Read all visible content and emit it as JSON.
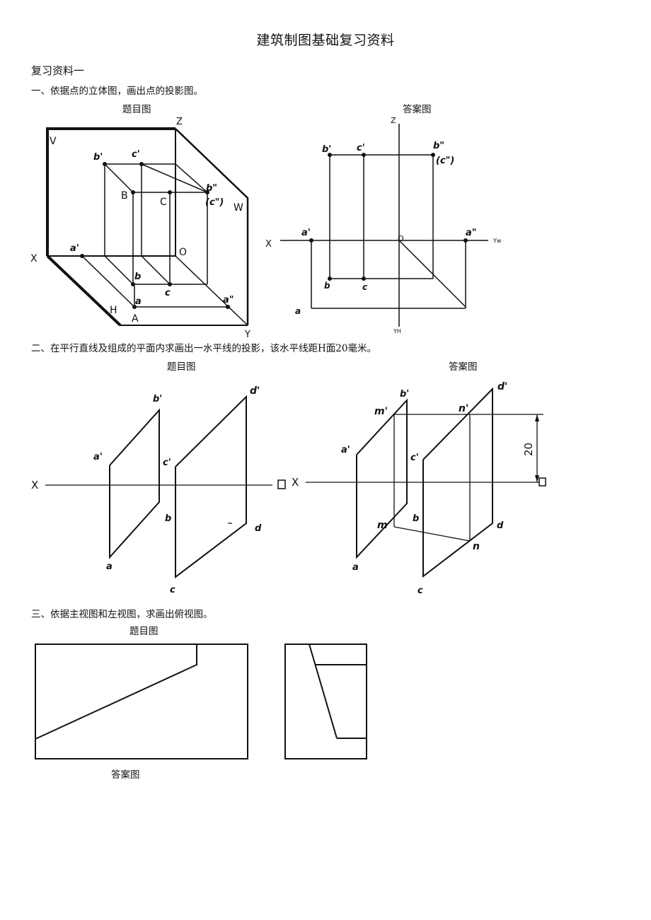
{
  "document": {
    "title": "建筑制图基础复习资料",
    "section_title": "复习资料一"
  },
  "q1": {
    "text": "一、依据点的立体图，画出点的投影图。",
    "caption_problem": "题目图",
    "caption_answer": "答案图",
    "problem_labels": {
      "V": "V",
      "Z": "Z",
      "W": "W",
      "H": "H",
      "X": "X",
      "Y": "Y",
      "O": "O",
      "b1": "b'",
      "c1": "c'",
      "B": "B",
      "C": "C",
      "b2": "b\"",
      "c2": "(c\")",
      "a1": "a'",
      "b": "b",
      "c": "c",
      "a2": "a\"",
      "a": "a",
      "A": "A"
    },
    "answer_labels": {
      "Z": "Z",
      "b1": "b'",
      "c1": "c'",
      "b2": "b\"",
      "c2": "(c\")",
      "X": "X",
      "a1": "a'",
      "O": "O",
      "a2": "a\"",
      "YW": "Yw",
      "b": "b",
      "c": "c",
      "a": "a",
      "YH": "YH"
    }
  },
  "q2": {
    "text": "二、在平行直线及组成的平面内求画出一水平线的投影，该水平线距H面20毫米。",
    "caption_problem": "题目图",
    "caption_answer": "答案图",
    "problem_labels": {
      "b1": "b'",
      "d1": "d'",
      "a1": "a'",
      "c1": "c'",
      "X": "X",
      "b": "b",
      "d": "d",
      "a": "a",
      "c": "c"
    },
    "answer_labels": {
      "b1": "b'",
      "d1": "d'",
      "m1": "m'",
      "n1": "n'",
      "a1": "a'",
      "c1": "c'",
      "X": "X",
      "dim": "20",
      "m": "m",
      "b": "b",
      "d": "d",
      "n": "n",
      "a": "a",
      "c": "c"
    }
  },
  "q3": {
    "text": "三、依据主视图和左视图，求画出俯视图。",
    "caption_problem": "题目图",
    "caption_answer": "答案图"
  }
}
